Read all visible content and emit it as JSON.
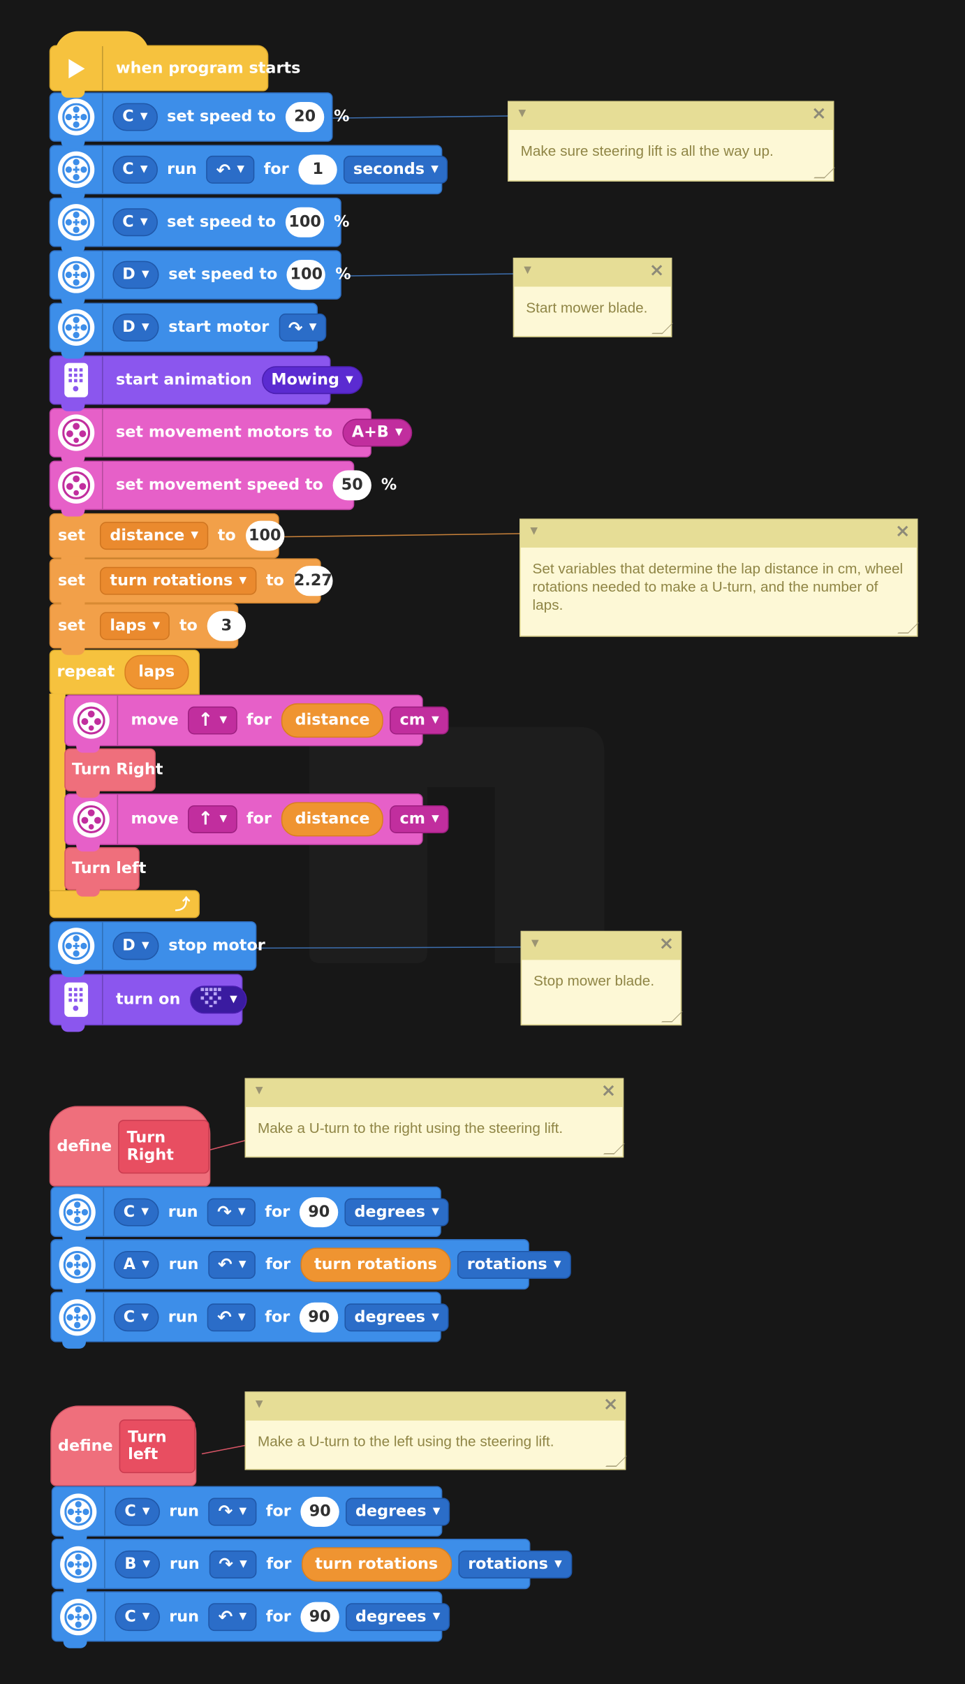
{
  "colors": {
    "background": "#171717",
    "motor": "#3d8ee9",
    "display": "#8b56ee",
    "movement": "#e660c8",
    "variables": "#f2a049",
    "control": "#f6c23e",
    "myblocks": "#ef6f7c",
    "note": "#fdf8d6"
  },
  "main_stack": {
    "hat": {
      "label": "when program starts",
      "icon": "play-icon"
    },
    "b1": {
      "port": "C",
      "label": "set speed to",
      "value": "20",
      "unit": "%"
    },
    "b2": {
      "port": "C",
      "run": "run",
      "direction": "counterclockwise",
      "for": "for",
      "value": "1",
      "unit": "seconds"
    },
    "b3": {
      "port": "C",
      "label": "set speed to",
      "value": "100",
      "unit": "%"
    },
    "b4": {
      "port": "D",
      "label": "set speed to",
      "value": "100",
      "unit": "%"
    },
    "b5": {
      "port": "D",
      "label": "start motor",
      "direction": "clockwise"
    },
    "b6": {
      "label": "start animation",
      "value": "Mowing"
    },
    "b7": {
      "label": "set movement motors to",
      "value": "A+B"
    },
    "b8": {
      "label": "set movement speed to",
      "value": "50",
      "unit": "%"
    },
    "v1": {
      "set": "set",
      "var": "distance",
      "to": "to",
      "value": "100"
    },
    "v2": {
      "set": "set",
      "var": "turn rotations",
      "to": "to",
      "value": "2.27"
    },
    "v3": {
      "set": "set",
      "var": "laps",
      "to": "to",
      "value": "3"
    },
    "repeat": {
      "label": "repeat",
      "value": "laps"
    },
    "m1": {
      "move": "move",
      "direction": "up",
      "for": "for",
      "value": "distance",
      "unit": "cm"
    },
    "call1": {
      "label": "Turn Right"
    },
    "m2": {
      "move": "move",
      "direction": "up",
      "for": "for",
      "value": "distance",
      "unit": "cm"
    },
    "call2": {
      "label": "Turn left"
    },
    "b9": {
      "port": "D",
      "label": "stop motor"
    },
    "b10": {
      "label": "turn on"
    }
  },
  "define_right": {
    "define": "define",
    "name": "Turn Right",
    "r1": {
      "port": "C",
      "run": "run",
      "for": "for",
      "value": "90",
      "unit": "degrees"
    },
    "r2": {
      "port": "A",
      "run": "run",
      "for": "for",
      "value": "turn rotations",
      "unit": "rotations"
    },
    "r3": {
      "port": "C",
      "run": "run",
      "for": "for",
      "value": "90",
      "unit": "degrees"
    }
  },
  "define_left": {
    "define": "define",
    "name": "Turn left",
    "l1": {
      "port": "C",
      "run": "run",
      "for": "for",
      "value": "90",
      "unit": "degrees"
    },
    "l2": {
      "port": "B",
      "run": "run",
      "for": "for",
      "value": "turn rotations",
      "unit": "rotations"
    },
    "l3": {
      "port": "C",
      "run": "run",
      "for": "for",
      "value": "90",
      "unit": "degrees"
    }
  },
  "notes": {
    "n1": "Make sure steering lift is all the way up.",
    "n2": "Start mower blade.",
    "n3": "Set variables that determine the lap distance in cm, wheel rotations needed to make a U-turn, and the number of laps.",
    "n4": "Stop mower blade.",
    "n5": "Make a U-turn to the right using the steering lift.",
    "n6": "Make a U-turn to the left using the steering lift."
  }
}
